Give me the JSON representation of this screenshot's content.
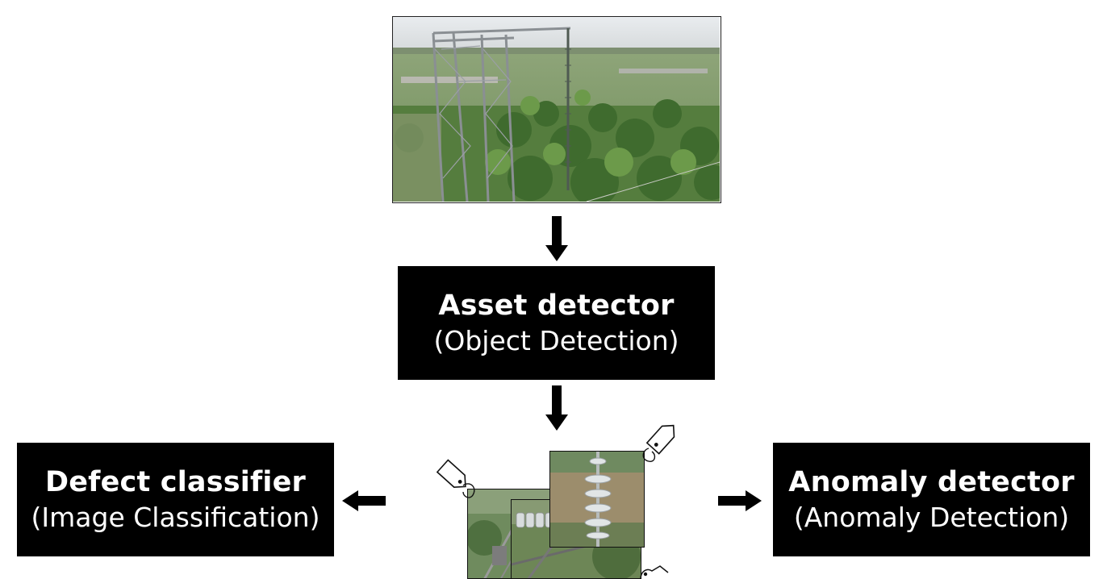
{
  "diagram": {
    "nodes": {
      "asset_detector": {
        "title": "Asset detector",
        "subtitle": "(Object Detection)"
      },
      "defect_classifier": {
        "title": "Defect classifier",
        "subtitle": "(Image Classification)"
      },
      "anomaly_detector": {
        "title": "Anomaly detector",
        "subtitle": "(Anomaly Detection)"
      }
    },
    "edges": [
      {
        "from": "aerial_image",
        "to": "asset_detector",
        "direction": "down"
      },
      {
        "from": "asset_detector",
        "to": "detected_crops",
        "direction": "down"
      },
      {
        "from": "detected_crops",
        "to": "defect_classifier",
        "direction": "left"
      },
      {
        "from": "detected_crops",
        "to": "anomaly_detector",
        "direction": "right"
      }
    ],
    "images": {
      "input": "aerial-power-line-photo",
      "crops": [
        "insulator-crop",
        "insulator-string-crop",
        "tower-crop"
      ],
      "tags": [
        "tag-icon",
        "tag-icon",
        "tag-icon"
      ]
    }
  },
  "colors": {
    "box_fill": "#000000",
    "box_text": "#ffffff",
    "arrow": "#000000"
  }
}
